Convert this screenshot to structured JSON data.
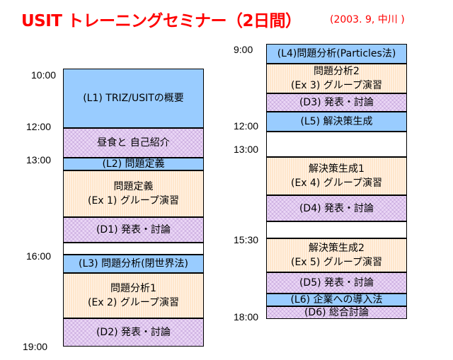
{
  "title": "USIT トレーニングセミナー（2日間）",
  "subtitle": "(2003. 9, 中川 )",
  "day1": {
    "times": [
      "10:00",
      "12:00",
      "13:00",
      "16:00",
      "19:00"
    ],
    "blocks": [
      {
        "lines": [
          "(L1) TRIZ/USITの概要"
        ]
      },
      {
        "lines": [
          "昼食と 自己紹介"
        ]
      },
      {
        "lines": [
          "(L2) 問題定義"
        ]
      },
      {
        "lines": [
          "問題定義",
          "(Ex 1) グループ演習"
        ]
      },
      {
        "lines": [
          "(D1) 発表・討論"
        ]
      },
      {
        "lines": []
      },
      {
        "lines": [
          "(L3) 問題分析(閉世界法)"
        ]
      },
      {
        "lines": [
          "問題分析1",
          "(Ex 2) グループ演習"
        ]
      },
      {
        "lines": [
          "(D2) 発表・討論"
        ]
      }
    ]
  },
  "day2": {
    "times": [
      "9:00",
      "12:00",
      "13:00",
      "15:30",
      "18:00"
    ],
    "blocks": [
      {
        "lines": [
          "(L4)問題分析(Particles法)"
        ]
      },
      {
        "lines": [
          "問題分析2",
          "(Ex 3) グループ演習"
        ]
      },
      {
        "lines": [
          "(D3) 発表・討論"
        ]
      },
      {
        "lines": [
          "(L5) 解決策生成"
        ]
      },
      {
        "lines": []
      },
      {
        "lines": [
          "解決策生成1",
          "(Ex 4) グループ演習"
        ]
      },
      {
        "lines": [
          "(D4) 発表・討論"
        ]
      },
      {
        "lines": []
      },
      {
        "lines": [
          "解決策生成2",
          "(Ex 5) グループ演習"
        ]
      },
      {
        "lines": [
          "(D5) 発表・討論"
        ]
      },
      {
        "lines": [
          "(L6) 企業への導入法"
        ]
      },
      {
        "lines": [
          "(D6) 総合討論"
        ]
      }
    ]
  }
}
